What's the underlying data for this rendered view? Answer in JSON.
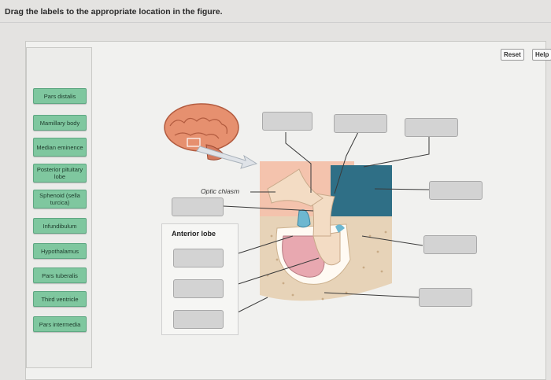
{
  "instruction": "Drag the labels to the appropriate location in the figure.",
  "toolbar": {
    "reset_label": "Reset",
    "help_label": "Help"
  },
  "labels": [
    "Pars distalis",
    "Mamillary body",
    "Median eminence",
    "Posterior pituitary lobe",
    "Sphenoid (sella turcica)",
    "Infundibulum",
    "Hypothalamus",
    "Pars tuberalis",
    "Third ventricle",
    "Pars intermedia"
  ],
  "figure": {
    "optic_chiasm_label": "Optic chiasm",
    "anterior_lobe_label": "Anterior lobe"
  },
  "colors": {
    "label_green": "#7fc79f",
    "drop_gray": "#d3d3d3",
    "tissue_pink": "#e8a8b0",
    "posterior_cream": "#f3dcc4",
    "ventricle_teal": "#2f6f86",
    "bone_beige": "#e7d3b8"
  }
}
